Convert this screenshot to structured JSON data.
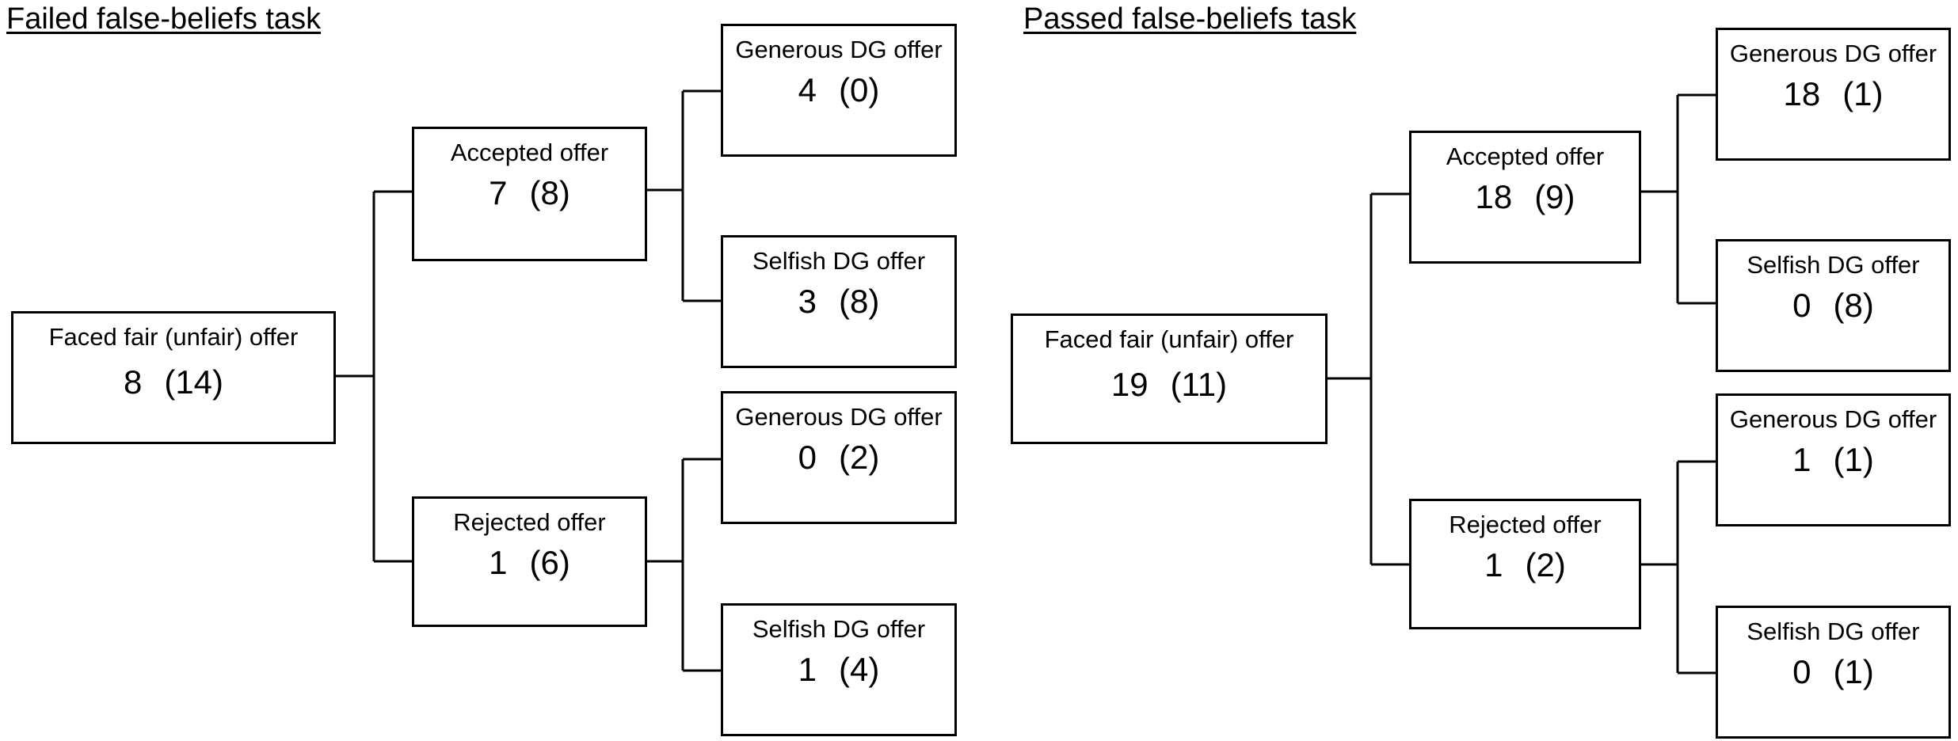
{
  "panels": [
    {
      "title": "Failed false-beliefs task",
      "root": {
        "label": "Faced fair (unfair) offer",
        "fair": "8",
        "unfair": "(14)"
      },
      "accepted": {
        "label": "Accepted offer",
        "fair": "7",
        "unfair": "(8)"
      },
      "rejected": {
        "label": "Rejected offer",
        "fair": "1",
        "unfair": "(6)"
      },
      "acc_generous": {
        "label": "Generous DG offer",
        "fair": "4",
        "unfair": "(0)"
      },
      "acc_selfish": {
        "label": "Selfish DG offer",
        "fair": "3",
        "unfair": "(8)"
      },
      "rej_generous": {
        "label": "Generous DG offer",
        "fair": "0",
        "unfair": "(2)"
      },
      "rej_selfish": {
        "label": "Selfish DG offer",
        "fair": "1",
        "unfair": "(4)"
      }
    },
    {
      "title": "Passed false-beliefs task",
      "root": {
        "label": "Faced fair (unfair) offer",
        "fair": "19",
        "unfair": "(11)"
      },
      "accepted": {
        "label": "Accepted offer",
        "fair": "18",
        "unfair": "(9)"
      },
      "rejected": {
        "label": "Rejected offer",
        "fair": "1",
        "unfair": "(2)"
      },
      "acc_generous": {
        "label": "Generous DG offer",
        "fair": "18",
        "unfair": "(1)"
      },
      "acc_selfish": {
        "label": "Selfish DG offer",
        "fair": "0",
        "unfair": "(8)"
      },
      "rej_generous": {
        "label": "Generous DG offer",
        "fair": "1",
        "unfair": "(1)"
      },
      "rej_selfish": {
        "label": "Selfish DG offer",
        "fair": "0",
        "unfair": "(1)"
      }
    }
  ]
}
